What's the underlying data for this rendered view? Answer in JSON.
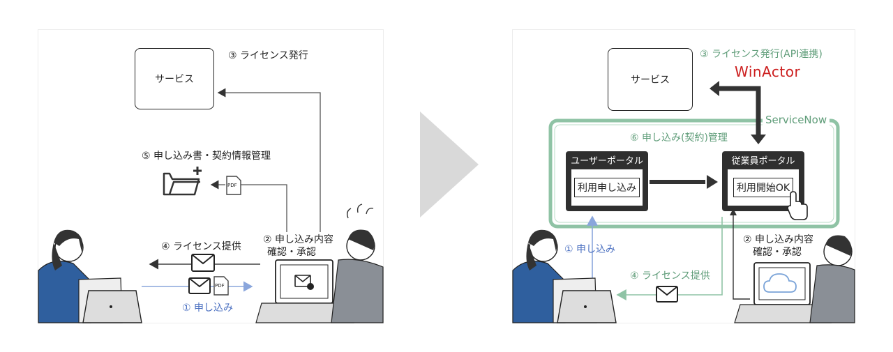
{
  "left": {
    "service": "サービス",
    "step3": "③ ライセンス発行",
    "step5": "⑤ 申し込み書・契約情報管理",
    "step2_line1": "② 申し込み内容",
    "step2_line2": "確認・承認",
    "step4": "④ ライセンス提供",
    "step1": "① 申し込み",
    "pdf": "PDF"
  },
  "right": {
    "service": "サービス",
    "step3": "③ ライセンス発行(API連携)",
    "winactor": "WinActor",
    "servicenow": "ServiceNow",
    "step6": "⑥ 申し込み(契約)管理",
    "user_portal_title": "ユーザーポータル",
    "user_portal_btn": "利用申し込み",
    "employee_portal_title": "従業員ポータル",
    "employee_portal_btn": "利用開始OK",
    "step1": "① 申し込み",
    "step2_line1": "② 申し込み内容",
    "step2_line2": "確認・承認",
    "step4": "④ ライセンス提供"
  },
  "colors": {
    "blue": "#4a6fc0",
    "green": "#5e9c78",
    "red": "#cc1e1e",
    "dark": "#2f2f2f",
    "chevron": "#d9d9d9"
  }
}
